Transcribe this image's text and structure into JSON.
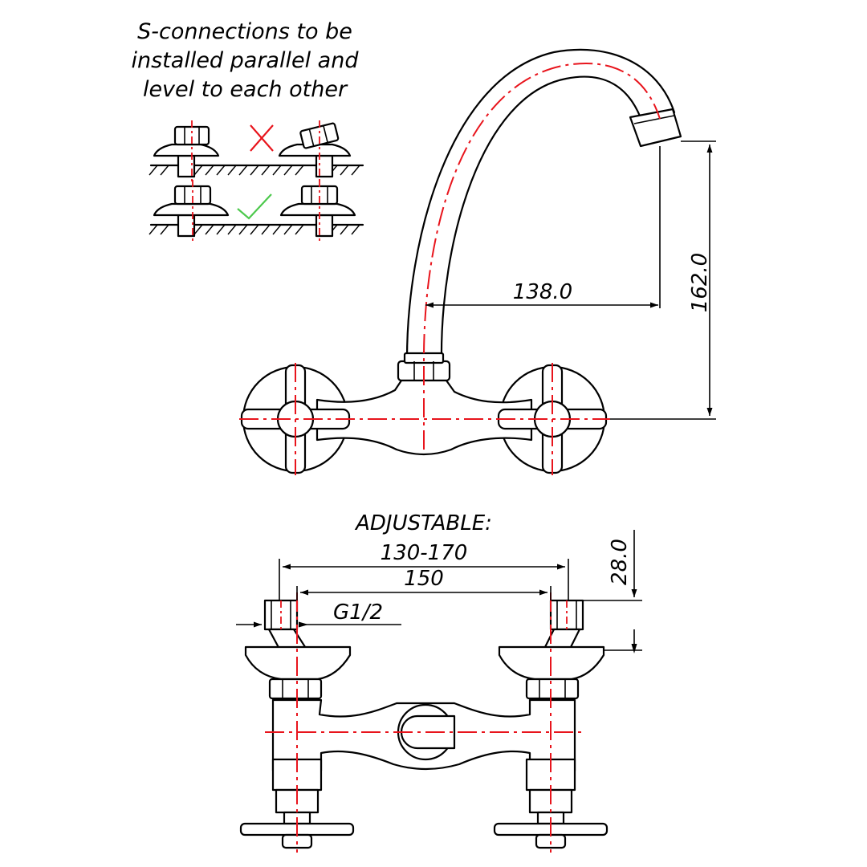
{
  "note": {
    "lines": [
      "S-connections to be",
      "installed parallel and",
      "level to each other"
    ]
  },
  "marks": {
    "wrong": {
      "icon": "cross-icon",
      "color": "#e8141c"
    },
    "right": {
      "icon": "check-icon",
      "color": "#4dc94d"
    }
  },
  "dimensions": {
    "spout_reach": "138.0",
    "spout_height": "162.0",
    "adjustable_label": "ADJUSTABLE:",
    "adjustable_range": "130-170",
    "centre_distance": "150",
    "thread": "G1/2",
    "connector_height": "28.0"
  },
  "colors": {
    "outline": "#000000",
    "centerline": "#e8141c"
  }
}
